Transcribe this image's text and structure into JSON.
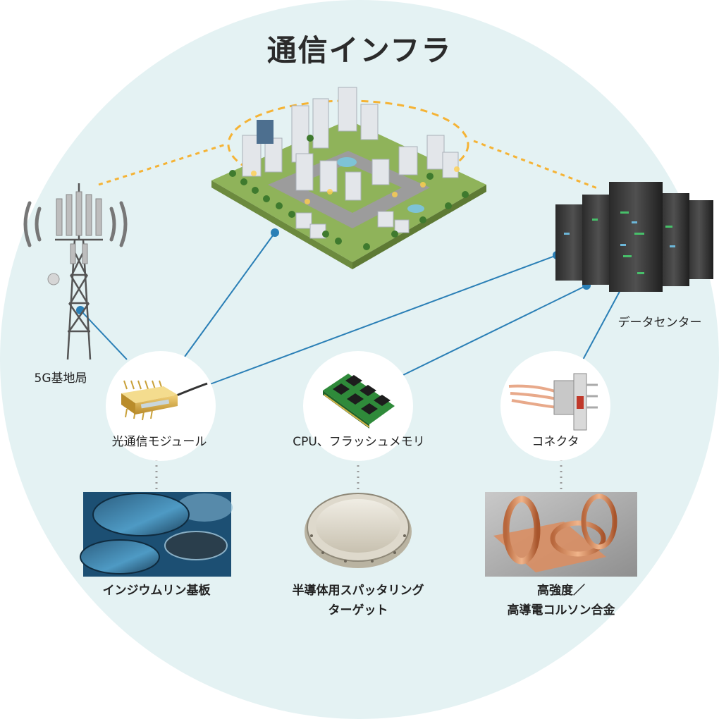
{
  "title": "通信インフラ",
  "colors": {
    "background_circle": "#e4f2f3",
    "connector_line": "#2a7fb6",
    "dashed_orange": "#f5b335",
    "dotted_gray": "#999999"
  },
  "nodes": {
    "city": "",
    "tower": "5G基地局",
    "datacenter": "データセンター",
    "optical_module": "光通信モジュール",
    "memory": "CPU、フラッシュメモリ",
    "connector": "コネクタ"
  },
  "materials": {
    "inp_substrate": "インジウムリン基板",
    "sputtering_target_line1": "半導体用スパッタリング",
    "sputtering_target_line2": "ターゲット",
    "copper_alloy_line1": "高強度／",
    "copper_alloy_line2": "高導電コルソン合金"
  }
}
